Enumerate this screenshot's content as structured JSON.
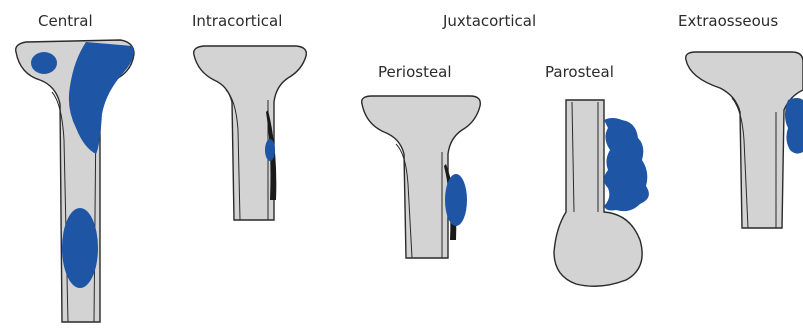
{
  "labels": {
    "central": "Central",
    "intracortical": "Intracortical",
    "juxtacortical": "Juxtacortical",
    "periosteal": "Periosteal",
    "parosteal": "Parosteal",
    "extraosseous": "Extraosseous"
  },
  "colors": {
    "bone_fill": "#d3d3d3",
    "bone_outline": "#2a2a2a",
    "lesion": "#1f55a5",
    "cortex_dark": "#1a1a1a",
    "text": "#2b2b2b"
  }
}
